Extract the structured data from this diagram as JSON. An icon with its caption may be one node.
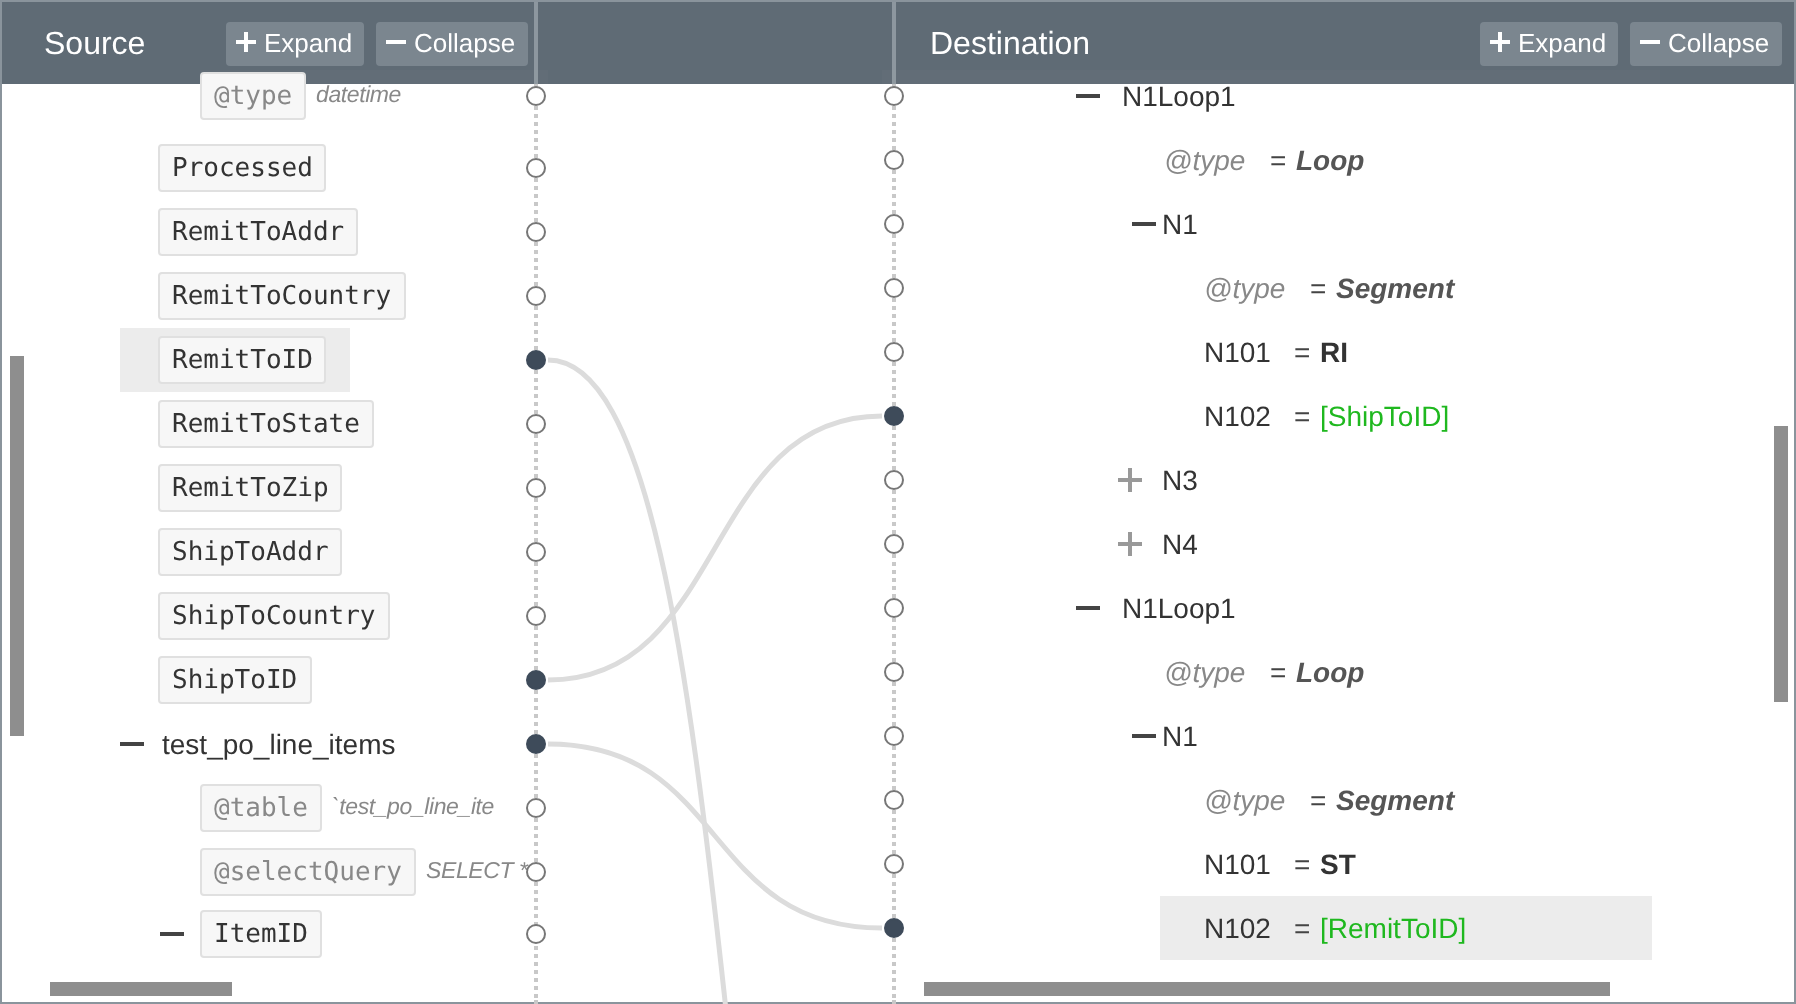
{
  "diagram": {
    "nodes": [
      {
        "text": [
          "@type",
          "datetime"
        ]
      },
      {
        "text": [
          "Processed"
        ]
      },
      {
        "text": [
          "RemitToAddr"
        ]
      },
      {
        "text": [
          "RemitToCountry"
        ]
      },
      {
        "text": [
          "RemitToID"
        ]
      },
      {
        "text": [
          "RemitToState"
        ]
      },
      {
        "text": [
          "RemitToZip"
        ]
      },
      {
        "text": [
          "ShipToAddr"
        ]
      },
      {
        "text": [
          "ShipToCountry"
        ]
      },
      {
        "text": [
          "ShipToID"
        ]
      },
      {
        "text": [
          "test_po_line_items"
        ]
      },
      {
        "text": [
          "@table",
          "`test_po_line_ite"
        ]
      },
      {
        "text": [
          "@selectQuery",
          "SELECT *"
        ]
      },
      {
        "text": [
          "ItemID"
        ]
      },
      {
        "text": [
          "N1Loop1"
        ]
      },
      {
        "text": [
          "@type",
          "=",
          "Loop"
        ]
      },
      {
        "text": [
          "N1"
        ]
      },
      {
        "text": [
          "@type",
          "=",
          "Segment"
        ]
      },
      {
        "text": [
          "N101",
          "=",
          "RI"
        ]
      },
      {
        "text": [
          "N102",
          "=",
          "[ShipToID]"
        ]
      },
      {
        "text": [
          "N3"
        ]
      },
      {
        "text": [
          "N4"
        ]
      },
      {
        "text": [
          "N1Loop1"
        ]
      },
      {
        "text": [
          "@type",
          "=",
          "Loop"
        ]
      },
      {
        "text": [
          "N1"
        ]
      },
      {
        "text": [
          "@type",
          "=",
          "Segment"
        ]
      },
      {
        "text": [
          "N101",
          "=",
          "ST"
        ]
      },
      {
        "text": [
          "N102",
          "=",
          "[RemitToID]"
        ]
      }
    ],
    "edges": [
      {
        "from": 4,
        "to": null,
        "arrow": "none"
      },
      {
        "from": 9,
        "to": 19,
        "arrow": "none"
      },
      {
        "from": 10,
        "to": 27,
        "arrow": "none"
      }
    ],
    "labels": [
      "Source",
      "Expand",
      "Collapse",
      "Destination",
      "Expand",
      "Collapse"
    ]
  }
}
